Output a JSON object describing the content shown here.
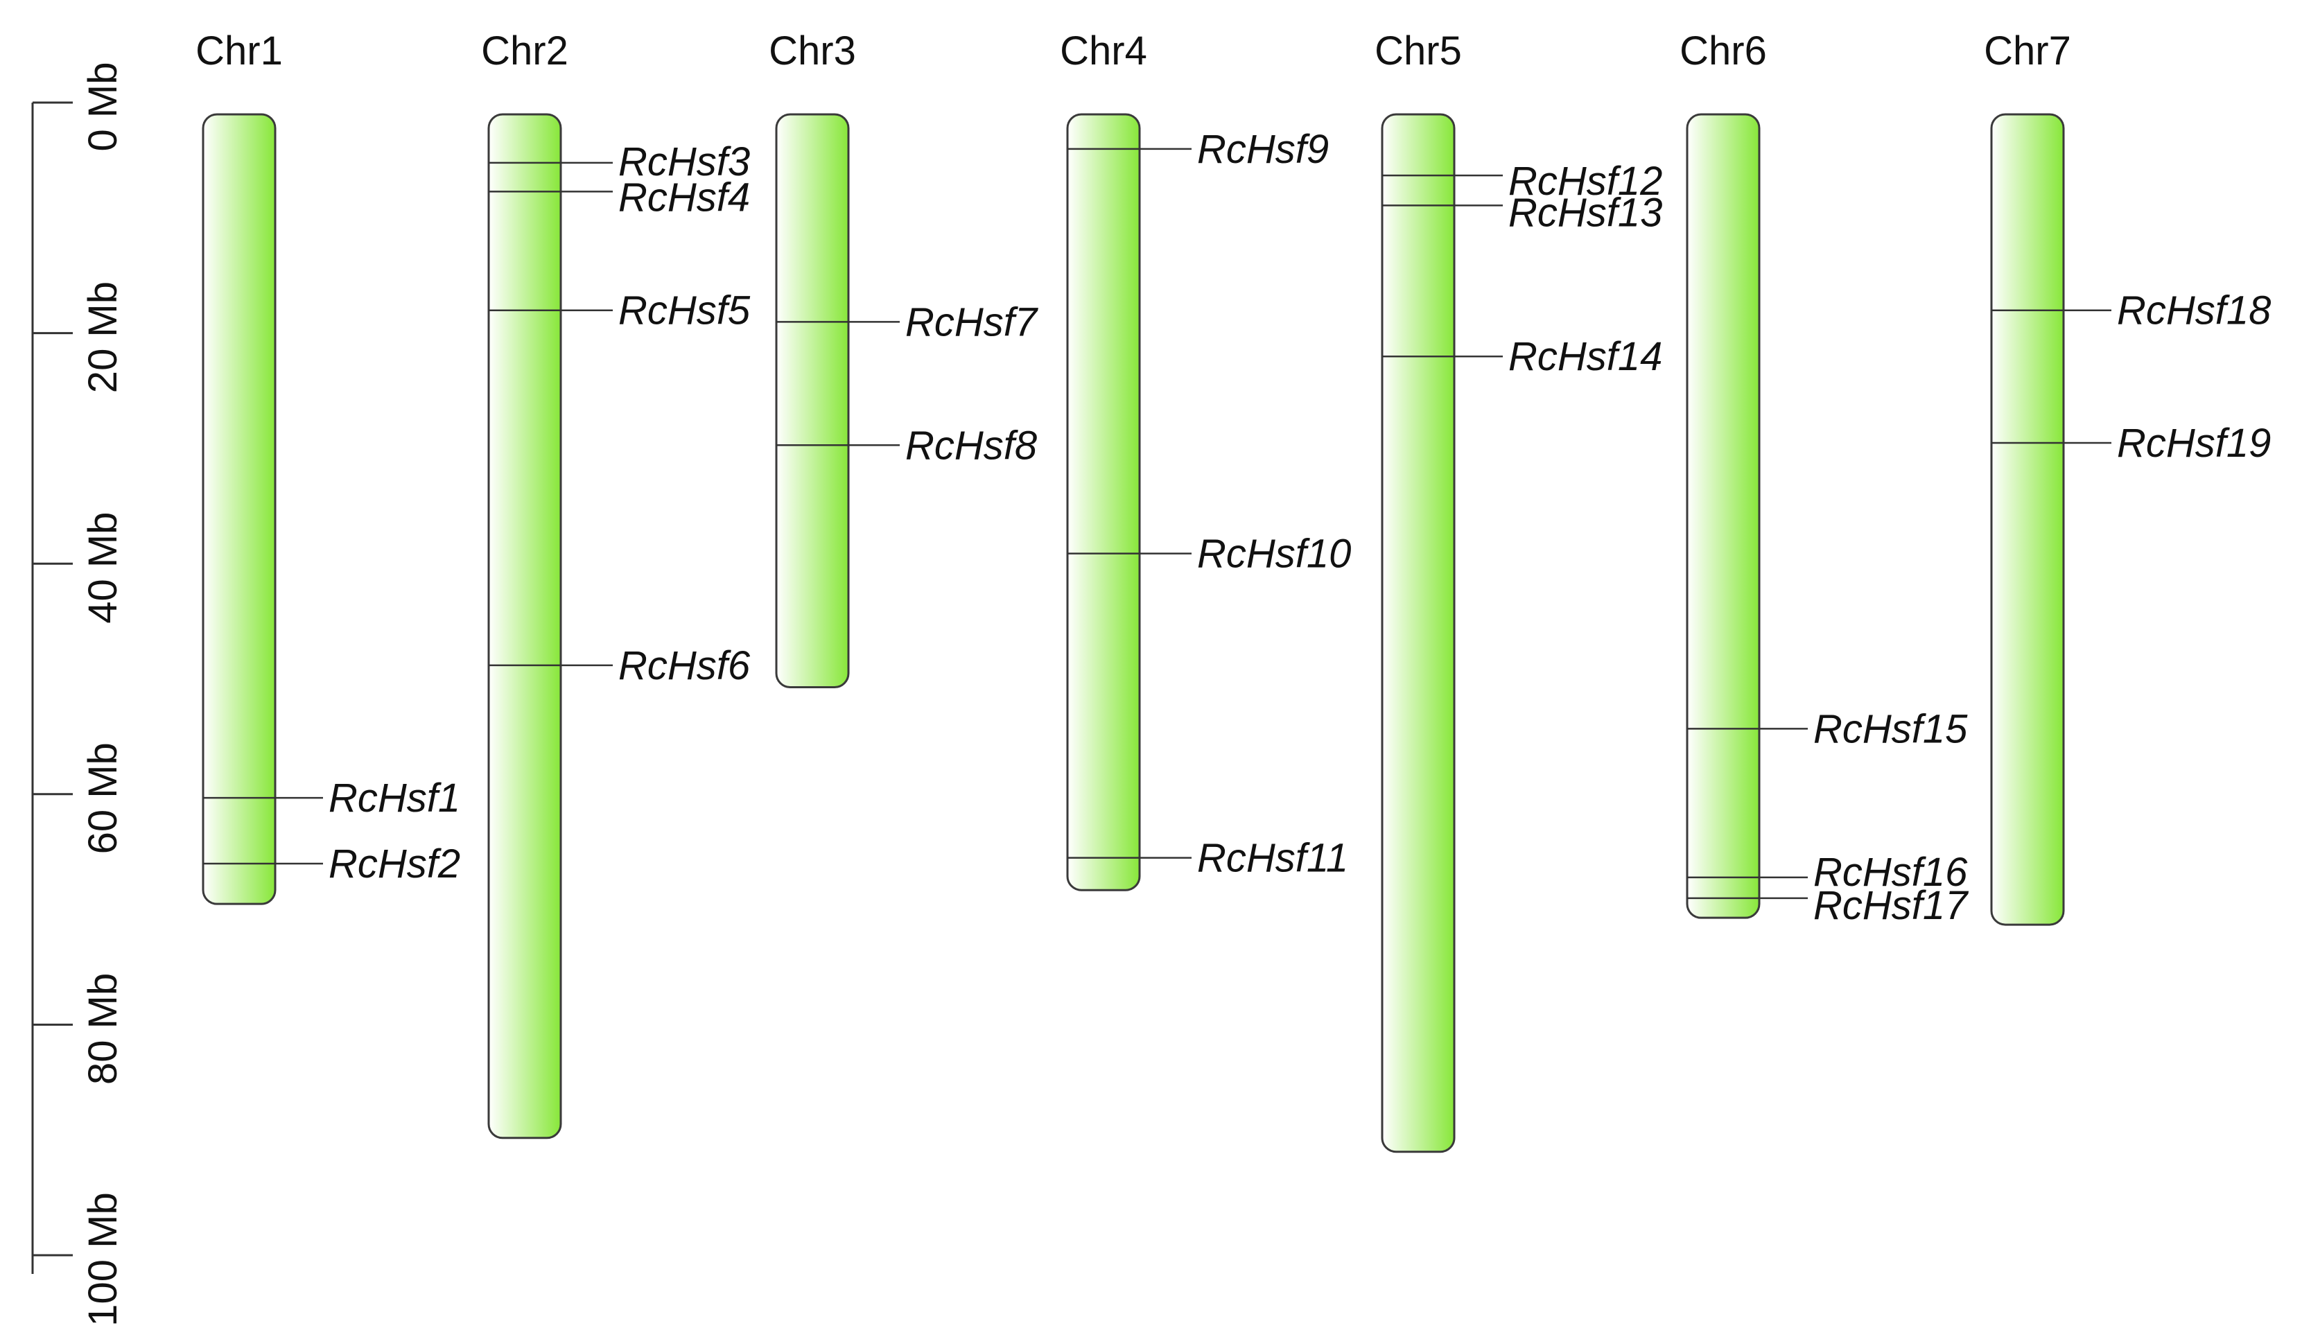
{
  "scale": {
    "unit": "Mb",
    "ticks": [
      {
        "value": 0,
        "label": "0 Mb"
      },
      {
        "value": 20,
        "label": "20 Mb"
      },
      {
        "value": 40,
        "label": "40 Mb"
      },
      {
        "value": 60,
        "label": "60 Mb"
      },
      {
        "value": 80,
        "label": "80 Mb"
      },
      {
        "value": 100,
        "label": "100 Mb"
      }
    ]
  },
  "colors": {
    "chromosome_fill_light": "#ffffff",
    "chromosome_fill_dark": "#88e73a",
    "outline": "#3a3a3a",
    "text": "#111111"
  },
  "chromosomes": [
    {
      "name": "Chr1",
      "length_mb": 68.5,
      "genes": [
        {
          "name": "RcHsf1",
          "position_mb": 59.3
        },
        {
          "name": "RcHsf2",
          "position_mb": 65.0
        }
      ]
    },
    {
      "name": "Chr2",
      "length_mb": 88.8,
      "genes": [
        {
          "name": "RcHsf3",
          "position_mb": 4.2
        },
        {
          "name": "RcHsf4",
          "position_mb": 6.7
        },
        {
          "name": "RcHsf5",
          "position_mb": 17.0
        },
        {
          "name": "RcHsf6",
          "position_mb": 47.8
        }
      ]
    },
    {
      "name": "Chr3",
      "length_mb": 49.7,
      "genes": [
        {
          "name": "RcHsf7",
          "position_mb": 18.0
        },
        {
          "name": "RcHsf8",
          "position_mb": 28.7
        }
      ]
    },
    {
      "name": "Chr4",
      "length_mb": 67.3,
      "genes": [
        {
          "name": "RcHsf9",
          "position_mb": 3.0
        },
        {
          "name": "RcHsf10",
          "position_mb": 38.1
        },
        {
          "name": "RcHsf11",
          "position_mb": 64.5
        }
      ]
    },
    {
      "name": "Chr5",
      "length_mb": 90.0,
      "genes": [
        {
          "name": "RcHsf12",
          "position_mb": 5.3
        },
        {
          "name": "RcHsf13",
          "position_mb": 7.9
        },
        {
          "name": "RcHsf14",
          "position_mb": 21.0
        }
      ]
    },
    {
      "name": "Chr6",
      "length_mb": 69.7,
      "genes": [
        {
          "name": "RcHsf15",
          "position_mb": 53.3
        },
        {
          "name": "RcHsf16",
          "position_mb": 66.2
        },
        {
          "name": "RcHsf17",
          "position_mb": 68.0
        }
      ]
    },
    {
      "name": "Chr7",
      "length_mb": 70.3,
      "genes": [
        {
          "name": "RcHsf18",
          "position_mb": 17.0
        },
        {
          "name": "RcHsf19",
          "position_mb": 28.5
        }
      ]
    }
  ]
}
